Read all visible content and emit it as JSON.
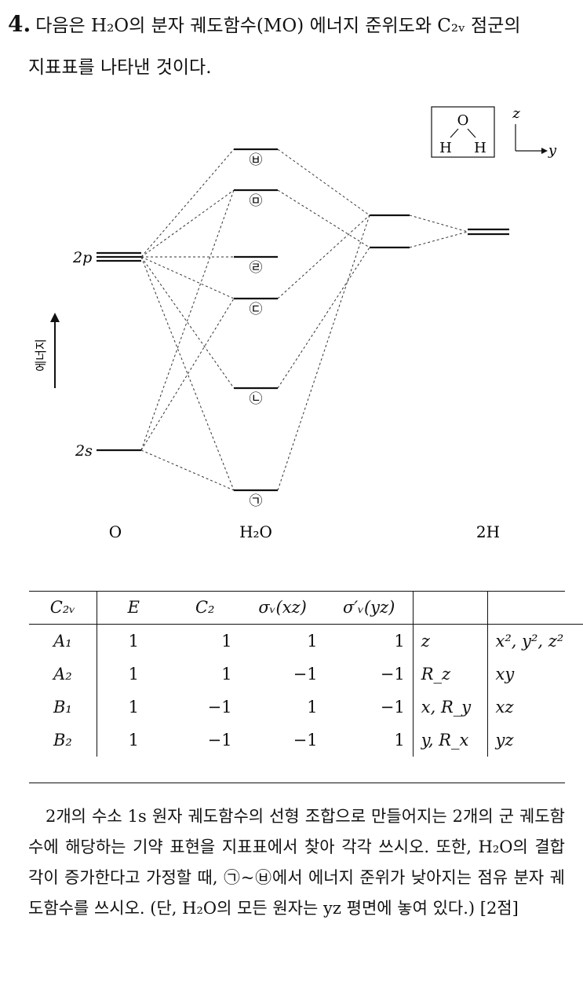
{
  "question": {
    "number": "4.",
    "line1": "다음은 H₂O의 분자 궤도함수(MO) 에너지 준위도와 C₂ᵥ 점군의",
    "line2": "지표표를 나타낸 것이다."
  },
  "diagram": {
    "o_levels": {
      "p": "2p",
      "s": "2s"
    },
    "mo_labels": [
      "㉠",
      "㉡",
      "㉢",
      "㉣",
      "㉤",
      "㉥"
    ],
    "atom_labels": {
      "o": "O",
      "h2o": "H₂O",
      "h": "2H"
    },
    "energy_label": "에너지",
    "inset": {
      "o": "O",
      "h1": "H",
      "h2": "H"
    },
    "axes": {
      "z": "z",
      "y": "y"
    }
  },
  "table": {
    "header": [
      "C₂ᵥ",
      "E",
      "C₂",
      "σᵥ(xz)",
      "σ′ᵥ(yz)",
      "",
      ""
    ],
    "rows": [
      [
        "A₁",
        "1",
        "1",
        "1",
        "1",
        "z",
        "x², y², z²"
      ],
      [
        "A₂",
        "1",
        "1",
        "−1",
        "−1",
        "R_z",
        "xy"
      ],
      [
        "B₁",
        "1",
        "−1",
        "1",
        "−1",
        "x, R_y",
        "xz"
      ],
      [
        "B₂",
        "1",
        "−1",
        "−1",
        "1",
        "y, R_x",
        "yz"
      ]
    ]
  },
  "body": {
    "text": "2개의 수소 1s 원자 궤도함수의 선형 조합으로 만들어지는 2개의 군 궤도함수에 해당하는 기약 표현을 지표표에서 찾아 각각 쓰시오. 또한, H₂O의 결합각이 증가한다고 가정할 때, ㉠~㉥에서 에너지 준위가 낮아지는 점유 분자 궤도함수를 쓰시오. (단, H₂O의 모든 원자는 yz 평면에 놓여 있다.) [2점]"
  }
}
